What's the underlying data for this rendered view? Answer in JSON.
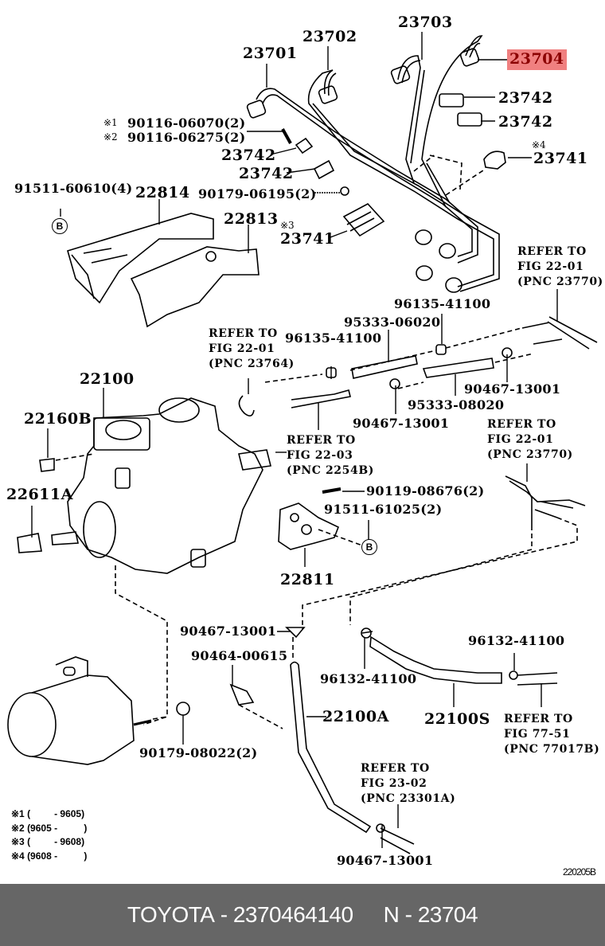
{
  "diagram": {
    "figure_id": "220205B",
    "highlight_color": "#f08080",
    "highlight_text_color": "#8b0000",
    "highlighted_part": "23704",
    "part_labels": {
      "p23701": "23701",
      "p23702": "23702",
      "p23703": "23703",
      "p23704": "23704",
      "p23742a": "23742",
      "p23742b": "23742",
      "p23742c": "23742",
      "p23742d": "23742",
      "p23741a": "23741",
      "p23741b": "23741",
      "p90116a": "90116-06070(2)",
      "p90116b": "90116-06275(2)",
      "p91511a": "91511-60610(4)",
      "p22814": "22814",
      "p90179a": "90179-06195(2)",
      "p22813": "22813",
      "p96135a": "96135-41100",
      "p96135b": "96135-41100",
      "p95333a": "95333-06020",
      "p95333b": "95333-08020",
      "p90467a": "90467-13001",
      "p90467b": "90467-13001",
      "p22100": "22100",
      "p22160B": "22160B",
      "p22611A": "22611A",
      "p90119": "90119-08676(2)",
      "p91511b": "91511-61025(2)",
      "p22811": "22811",
      "p90467c": "90467-13001",
      "p90464": "90464-00615",
      "p96132a": "96132-41100",
      "p96132b": "96132-41100",
      "p22100A": "22100A",
      "p22100S": "22100S",
      "p90179b": "90179-08022(2)",
      "p90467d": "90467-13001"
    },
    "marks": {
      "m1": "※1",
      "m2": "※2",
      "m3": "※3",
      "m4": "※4"
    },
    "circle_marker": "B",
    "references": {
      "r1": "REFER TO\nFIG 22-01\n(PNC 23770)",
      "r2": "REFER TO\nFIG 22-01\n(PNC 23764)",
      "r3": "REFER TO\nFIG 22-03\n(PNC 2254B)",
      "r4": "REFER TO\nFIG 22-01\n(PNC 23770)",
      "r5": "REFER TO\nFIG 77-51\n(PNC 77017B)",
      "r6": "REFER TO\nFIG 23-02\n(PNC 23301A)"
    },
    "notes": [
      "※1 (         - 9605)",
      "※2 (9605 -          )",
      "※3 (         - 9608)",
      "※4 (9608 -          )"
    ]
  },
  "footer": {
    "brand": "TOYOTA",
    "separator": "-",
    "part_number": "2370464140",
    "pnc_prefix": "N",
    "pnc": "23704",
    "background": "#666666"
  }
}
